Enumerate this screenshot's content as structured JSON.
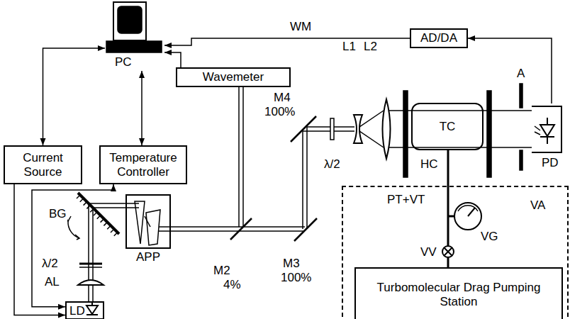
{
  "diagram": {
    "nodes": [
      {
        "text": [
          "PC"
        ]
      },
      {
        "text": [
          "AD/DA"
        ]
      },
      {
        "text": [
          "Wavemeter"
        ]
      },
      {
        "text": [
          "Current Source"
        ]
      },
      {
        "text": [
          "Temperature Controller"
        ]
      },
      {
        "text": [
          "LD"
        ]
      },
      {
        "text": [
          "APP"
        ]
      },
      {
        "text": [
          "TC"
        ]
      },
      {
        "text": [
          "PD"
        ]
      },
      {
        "text": [
          "VA"
        ]
      },
      {
        "text": [
          "VG"
        ],
        "in": 9
      },
      {
        "text": [
          "Turbomolecular Drag Pumping Station"
        ],
        "in": 9
      }
    ],
    "edges": [
      {
        "from": 0,
        "to": 3,
        "arrow": "both"
      },
      {
        "from": 0,
        "to": 4,
        "arrow": "both"
      },
      {
        "from": 2,
        "to": 0,
        "arrow": "to"
      },
      {
        "from": 1,
        "to": 0,
        "label": "WM",
        "arrow": "to"
      },
      {
        "from": 8,
        "to": 1,
        "arrow": "to"
      },
      {
        "from": 3,
        "to": 5,
        "arrow": "to"
      },
      {
        "from": 4,
        "to": 5,
        "arrow": "both"
      },
      {
        "from": 7,
        "to": 11,
        "arrow": "none"
      }
    ],
    "labels": [
      "BG",
      "λ/2",
      "AL",
      "M2",
      "4%",
      "M3",
      "100%",
      "M4",
      "100%",
      "λ/2",
      "L1",
      "L2",
      "A",
      "HC",
      "PT+VT",
      "VV"
    ]
  }
}
